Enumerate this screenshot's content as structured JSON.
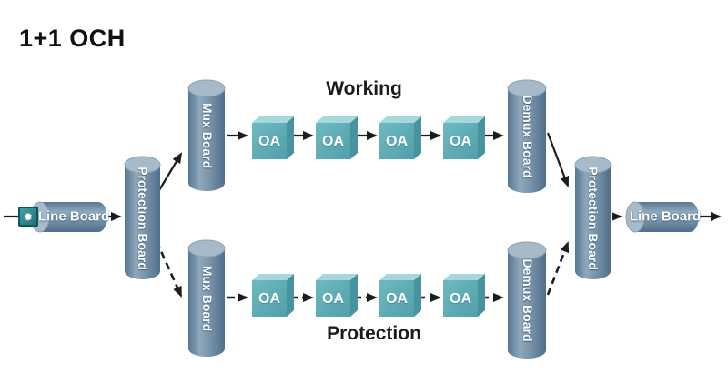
{
  "title": "1+1 OCH",
  "path_labels": {
    "working": "Working",
    "protection": "Protection"
  },
  "boards": {
    "line_board_left": "Line Board",
    "protection_board_left": "Protection Board",
    "mux_board_working": "Mux Board",
    "demux_board_working": "Demux Board",
    "mux_board_protection": "Mux Board",
    "demux_board_protection": "Demux Board",
    "protection_board_right": "Protection Board",
    "line_board_right": "Line Board",
    "optical_amplifier": "OA"
  },
  "icons": {
    "transmitter_burst": "✹"
  },
  "colors": {
    "cylinder_steel_blue": "#6b89a3",
    "cylinder_cap": "#a7bac9",
    "oa_teal": "#5dadb6",
    "oa_top_face": "#a6d7da",
    "oa_side_face": "#47939f",
    "arrow_black": "#1c1c1c",
    "transmitter_teal": "#2e8b8f"
  }
}
